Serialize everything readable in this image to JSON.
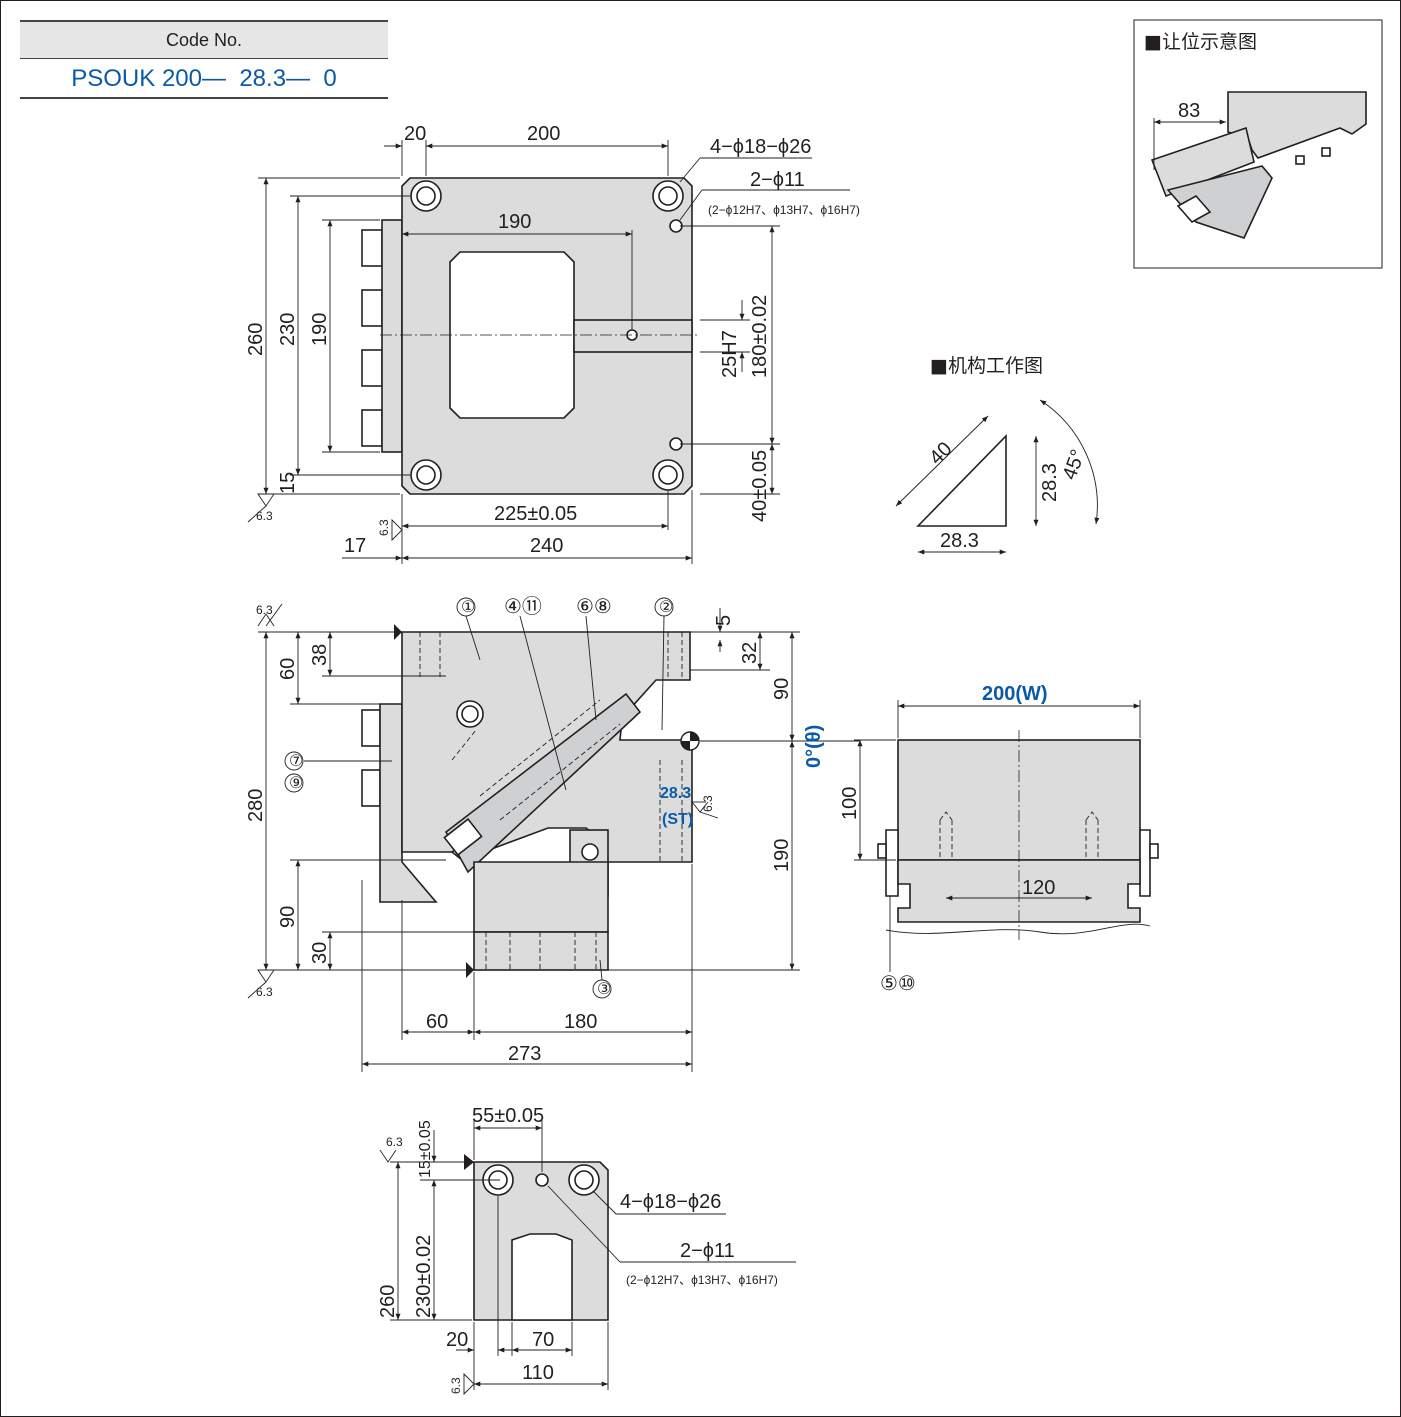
{
  "code_box": {
    "header": "Code No.",
    "value": "PSOUK 200— 28.3— 0"
  },
  "retract_diagram": {
    "title": "■让位示意图",
    "dim": "83"
  },
  "mechanism_diagram": {
    "title": "■机构工作图",
    "hyp": "40",
    "leg_v": "28.3",
    "leg_h": "28.3",
    "angle": "45°"
  },
  "top_view": {
    "d20": "20",
    "d200": "200",
    "holes_a": "4−ϕ18−ϕ26",
    "holes_b": "2−ϕ11",
    "holes_b_note": "(2−ϕ12H7、ϕ13H7、ϕ16H7)",
    "d190h": "190",
    "d260": "260",
    "d230": "230",
    "d190v": "190",
    "d15": "15",
    "d25h7": "25H7",
    "d180": "180±0.02",
    "d40": "40±0.05",
    "d225": "225±0.05",
    "d17": "17",
    "d240": "240",
    "rough": "6.3"
  },
  "front_view": {
    "c1": "①",
    "c411": "④⑪",
    "c68": "⑥⑧",
    "c2": "②",
    "c79": [
      "⑦",
      "⑨"
    ],
    "c3": "③",
    "d60": "60",
    "d38": "38",
    "d5": "5",
    "d32": "32",
    "d90r": "90",
    "angle": "0°(θ)",
    "st_val": "28.3",
    "st_label": "(ST)",
    "d280": "280",
    "d190r": "190",
    "d90l": "90",
    "d30": "30",
    "d60b": "60",
    "d180b": "180",
    "d273": "273",
    "rough": "6.3"
  },
  "side_view": {
    "width_label": "200(W)",
    "d100": "100",
    "d120": "120",
    "c510": "⑤⑩"
  },
  "bottom_view": {
    "d55": "55±0.05",
    "d15": "15±0.05",
    "holes_a": "4−ϕ18−ϕ26",
    "holes_b": "2−ϕ11",
    "holes_b_note": "(2−ϕ12H7、ϕ13H7、ϕ16H7)",
    "d260": "260",
    "d230": "230±0.02",
    "d20": "20",
    "d70": "70",
    "d110": "110",
    "rough": "6.3"
  },
  "colors": {
    "accent": "#0b5aa6",
    "body_fill": "#dcdcdd",
    "line": "#231f20"
  }
}
